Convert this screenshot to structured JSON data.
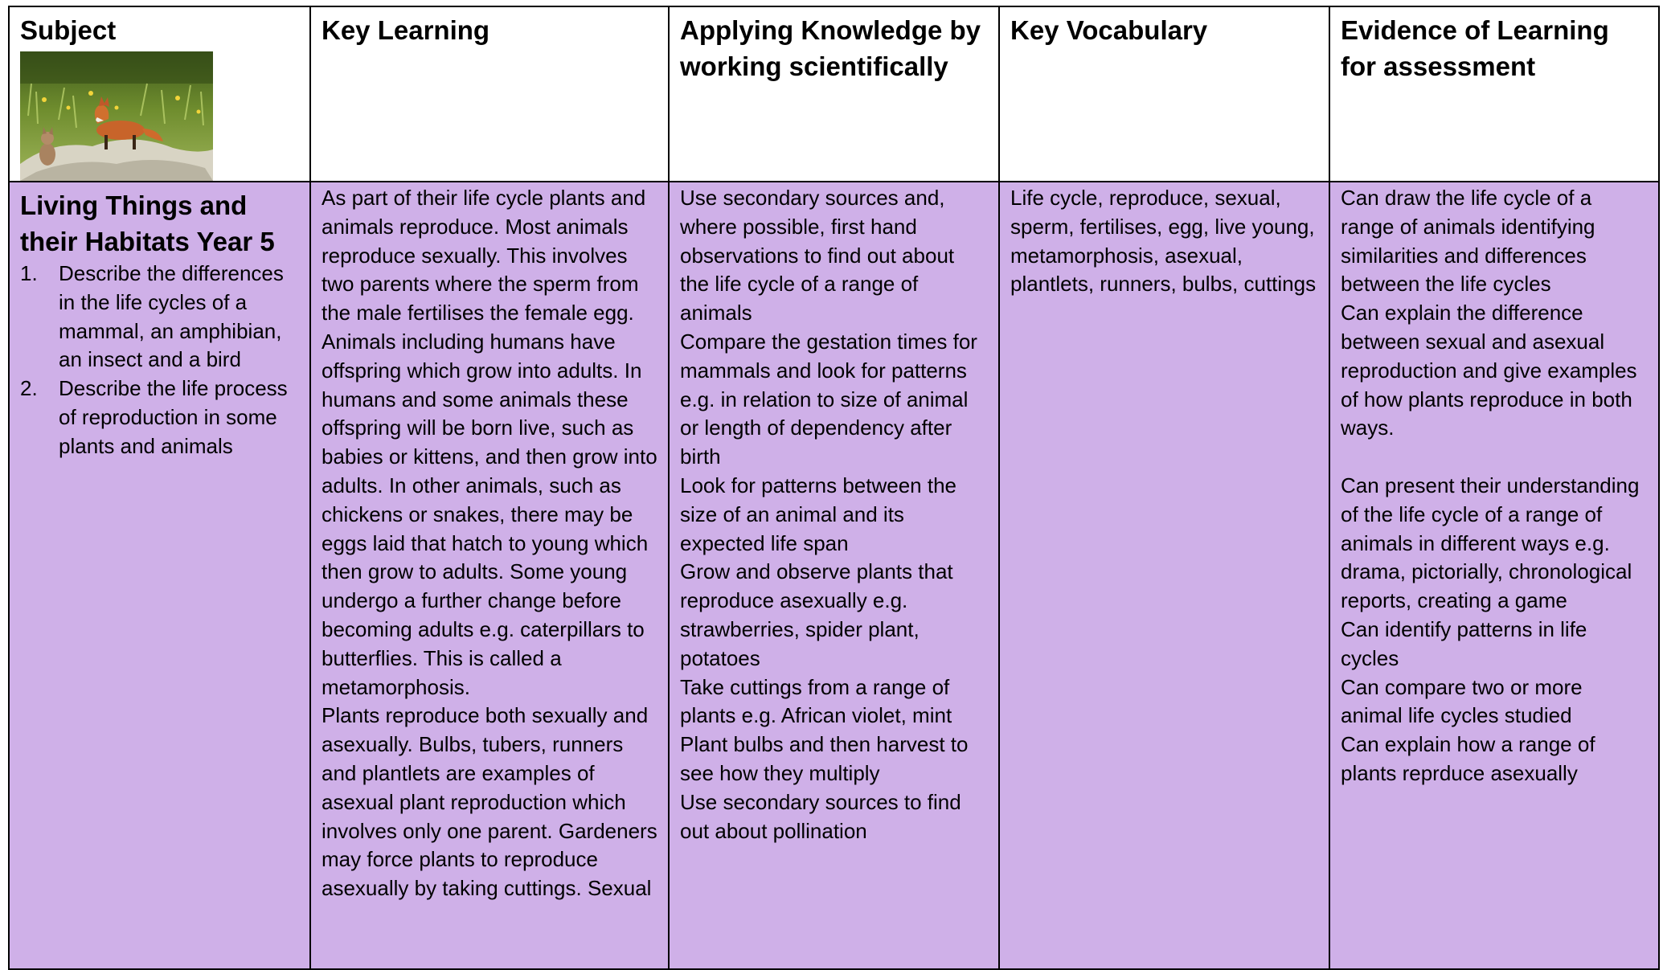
{
  "headers": {
    "subject": "Subject",
    "key_learning": "Key Learning",
    "applying": "Applying Knowledge by working scientifically",
    "vocabulary": "Key Vocabulary",
    "evidence": "Evidence of Learning for assessment"
  },
  "subject": {
    "title": "Living Things and their Habitats Year 5",
    "objectives": [
      {
        "num": "1.",
        "text": "Describe the differences in the life cycles of a mammal, an amphibian, an insect and a bird"
      },
      {
        "num": "2.",
        "text": "Describe the life process of reproduction in some plants and animals"
      }
    ]
  },
  "key_learning": {
    "text": "As part of their life cycle plants and animals reproduce. Most animals reproduce sexually. This involves two parents where the sperm from the male fertilises the female egg. Animals including humans have offspring which grow into adults. In humans and some animals these offspring will be born live, such as babies or kittens, and then grow into adults. In other animals, such as chickens or snakes, there may be eggs laid that hatch to young which then grow to adults. Some young undergo a further change before becoming adults e.g. caterpillars to butterflies. This is called a metamorphosis.\nPlants reproduce both sexually and asexually. Bulbs, tubers, runners and plantlets are examples of asexual plant reproduction which involves only one parent. Gardeners may force plants to reproduce asexually by taking cuttings. Sexual"
  },
  "applying": {
    "text": "Use secondary sources and, where possible, first hand observations to find out about the life cycle of a range of animals\nCompare the gestation times for mammals and look for patterns e.g. in relation to size of animal or length of dependency after birth\nLook for patterns between the size of an animal and its expected life span\nGrow and observe plants that reproduce asexually e.g. strawberries, spider plant, potatoes\nTake cuttings from a range of plants e.g. African violet, mint\nPlant bulbs and then harvest to see how they multiply\nUse secondary sources to find out about pollination"
  },
  "vocabulary": {
    "text": "Life cycle, reproduce, sexual, sperm, fertilises, egg, live young, metamorphosis, asexual, plantlets, runners, bulbs, cuttings"
  },
  "evidence": {
    "part1": "Can draw the life cycle of a range of animals identifying similarities and differences between the life cycles\nCan explain the difference between sexual and asexual reproduction and give examples of how plants reproduce in both ways.",
    "part2": "Can present their understanding of the life cycle of a range of animals in different ways e.g. drama, pictorially, chronological reports, creating a game\nCan identify patterns in life cycles\nCan compare two or more animal life cycles studied\nCan explain how a range of plants reprduce asexually"
  },
  "colors": {
    "body_row_background": "#cfb0e8",
    "header_row_background": "#ffffff",
    "border": "#000000"
  },
  "photo": {
    "icon": "fox-photo"
  }
}
